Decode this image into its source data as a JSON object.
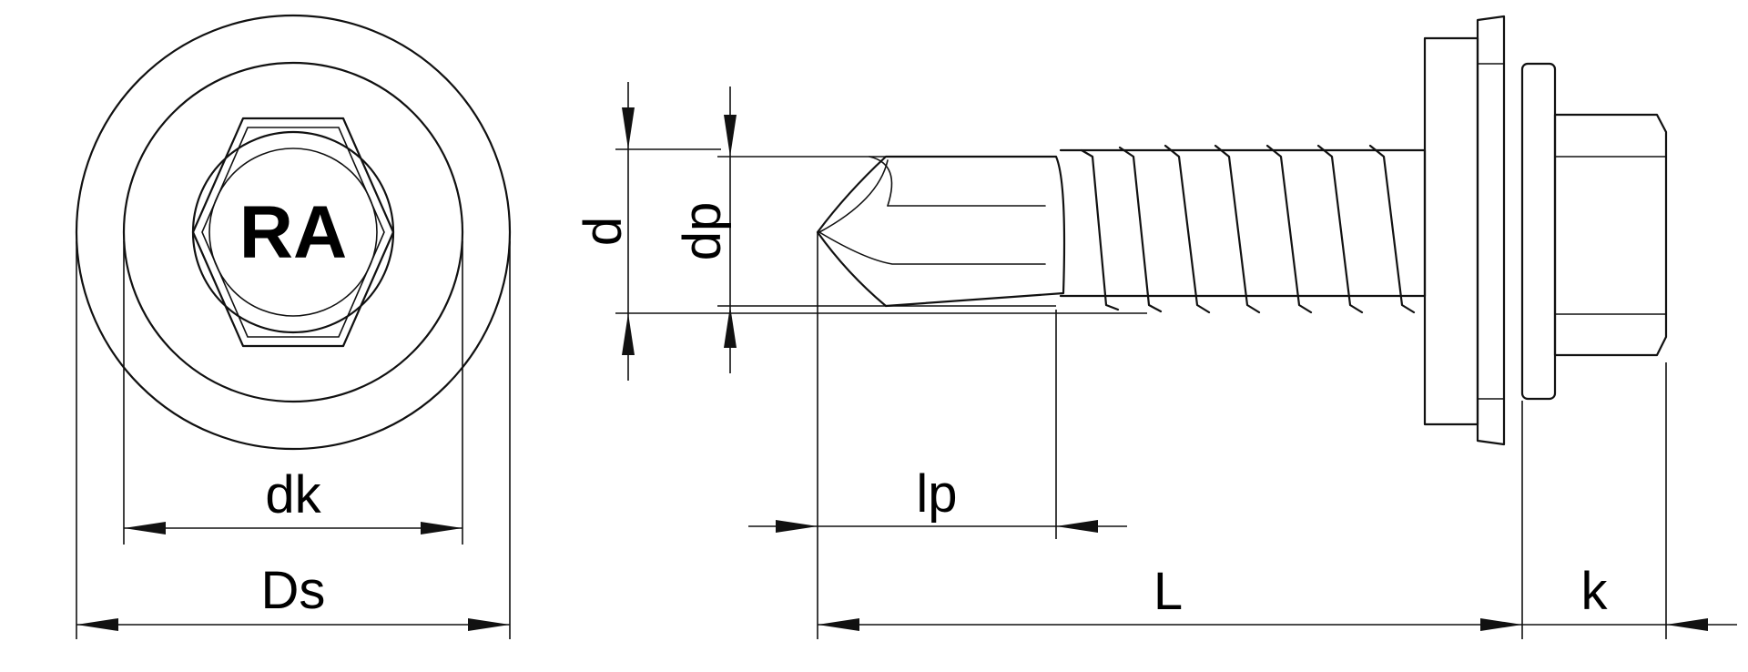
{
  "head_marking": "RA",
  "labels": {
    "dk": "dk",
    "Ds": "Ds",
    "d": "d",
    "dp": "dp",
    "lp": "lp",
    "L": "L",
    "k": "k"
  }
}
